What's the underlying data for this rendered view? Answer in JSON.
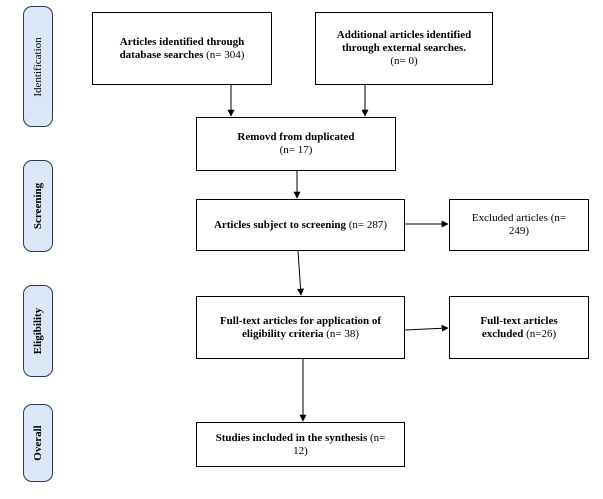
{
  "phases": {
    "identification": "Identification",
    "screening": "Screening",
    "eligibility": "Eligibility",
    "overall": "Overall"
  },
  "boxes": {
    "database": {
      "line1": "Articles identified through",
      "line2_bold": "database searches",
      "line2_rest": " (n= 304)"
    },
    "external": {
      "line1": "Additional articles identified",
      "line2": "through external searches.",
      "line3": "(n= 0)"
    },
    "duplicates": {
      "line1": "Removd from duplicated",
      "line2": "(n= 17)"
    },
    "screening": {
      "bold": "Articles subject to screening",
      "rest": " (n= 287)"
    },
    "excluded": {
      "line1": "Excluded articles (n=",
      "line2": "249)"
    },
    "fulltext": {
      "line1": "Full-text articles for application of",
      "line2_bold": "eligibility criteria",
      "line2_rest": " (n= 38)"
    },
    "fulltext_excluded": {
      "line1": "Full-text articles",
      "line2_bold": "excluded",
      "line2_rest": " (n=26)"
    },
    "synthesis": {
      "bold": "Studies included in the synthesis",
      "rest": " (n=",
      "line2": "12)"
    }
  }
}
